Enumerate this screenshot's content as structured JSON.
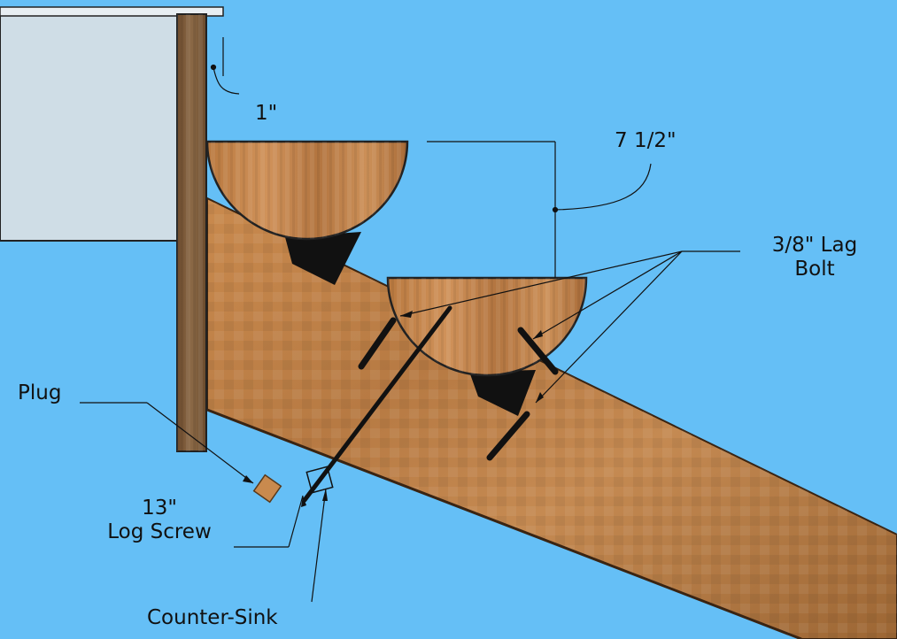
{
  "diagram": {
    "colors": {
      "sky": "#65bff6",
      "wall": "#cfdde6",
      "post": "#7d5a3a",
      "wood_light": "#c4844a",
      "wood_dark": "#8a5a2e",
      "hardware": "#111111"
    },
    "labels": {
      "gap": "1\"",
      "spacing": "7 1/2\"",
      "lag_bolt_line1": "3/8\" Lag",
      "lag_bolt_line2": "Bolt",
      "plug": "Plug",
      "log_screw_line1": "13\"",
      "log_screw_line2": "Log Screw",
      "counter_sink": "Counter-Sink"
    }
  }
}
